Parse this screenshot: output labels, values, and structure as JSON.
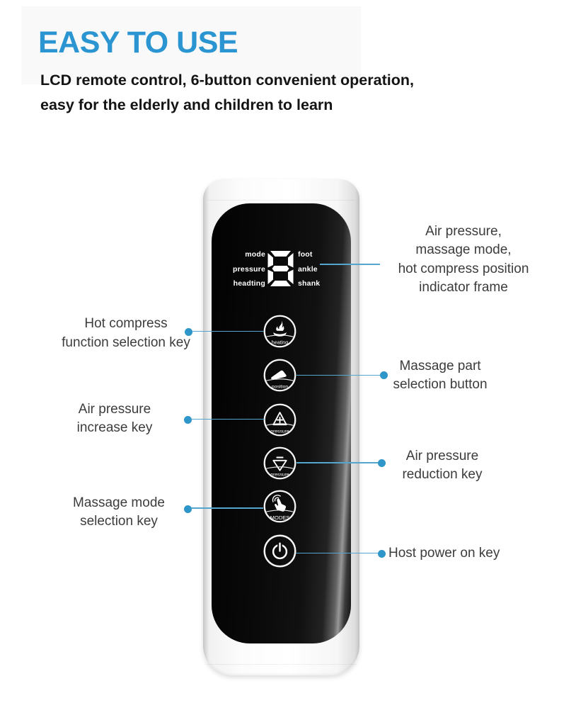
{
  "page": {
    "title": "EASY TO USE",
    "subtitle": [
      "LCD remote control, 6-button convenient operation,",
      "easy for the elderly and children to learn"
    ]
  },
  "colors": {
    "accent_blue": "#2b95d2",
    "callout_blue": "#2e96c9",
    "device_face": "#0e0e0e",
    "device_body": "#f5f5f5"
  },
  "device": {
    "lcd": {
      "left_labels": [
        "mode",
        "pressure",
        "headting"
      ],
      "right_labels": [
        "foot",
        "ankle",
        "shank"
      ],
      "digit": "8"
    },
    "buttons": [
      {
        "icon": "flame-icon",
        "label": "heating"
      },
      {
        "icon": "foot-icon",
        "label": "position"
      },
      {
        "icon": "triangle-up-plus-icon",
        "label": "pressure"
      },
      {
        "icon": "triangle-down-minus-icon",
        "label": "pressure"
      },
      {
        "icon": "touch-hand-icon",
        "label": "MODES"
      },
      {
        "icon": "power-icon",
        "label": ""
      }
    ]
  },
  "callouts": {
    "left": [
      {
        "lines": [
          "Hot compress",
          "function selection key"
        ]
      },
      {
        "lines": [
          "Air pressure",
          "increase key"
        ]
      },
      {
        "lines": [
          "Massage mode",
          "selection key"
        ]
      }
    ],
    "right": [
      {
        "lines": [
          "Air pressure,",
          "massage mode,",
          "hot compress position",
          "indicator frame"
        ]
      },
      {
        "lines": [
          "Massage part",
          "selection button"
        ]
      },
      {
        "lines": [
          "Air pressure",
          "reduction key"
        ]
      },
      {
        "lines": [
          "Host power on key"
        ]
      }
    ]
  }
}
